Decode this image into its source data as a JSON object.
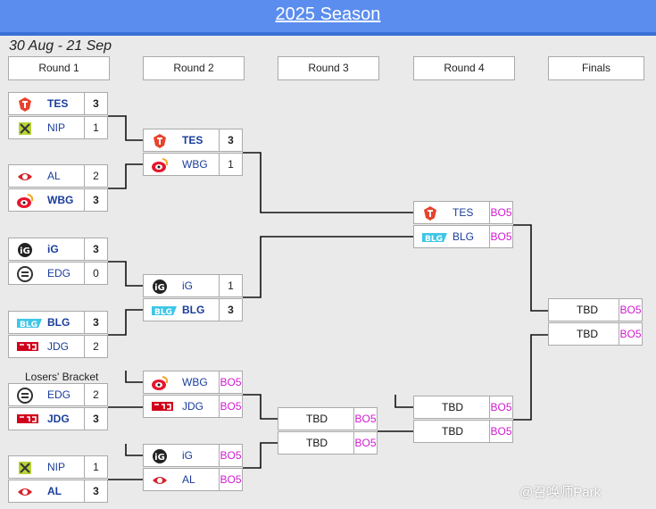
{
  "header": {
    "title": "2025 Season"
  },
  "date_range": "30 Aug - 21 Sep",
  "rounds": [
    "Round 1",
    "Round 2",
    "Round 3",
    "Round 4",
    "Finals"
  ],
  "losers_label": "Losers' Bracket",
  "watermark": "@召唤师Park",
  "colors": {
    "header": "#5b8def",
    "team_name": "#1a3d9c",
    "bo5": "#d11ad1"
  },
  "slots": [
    {
      "team": "TES",
      "score": "3",
      "logo": "tes-logo",
      "winner": true
    },
    {
      "team": "NIP",
      "score": "1",
      "logo": "nip-logo",
      "winner": false
    },
    {
      "team": "AL",
      "score": "2",
      "logo": "al-logo",
      "winner": false
    },
    {
      "team": "WBG",
      "score": "3",
      "logo": "wbg-logo",
      "winner": true
    },
    {
      "team": "iG",
      "score": "3",
      "logo": "ig-logo",
      "winner": true
    },
    {
      "team": "EDG",
      "score": "0",
      "logo": "edg-logo",
      "winner": false
    },
    {
      "team": "BLG",
      "score": "3",
      "logo": "blg-logo",
      "winner": true
    },
    {
      "team": "JDG",
      "score": "2",
      "logo": "jdg-logo",
      "winner": false
    },
    {
      "team": "EDG",
      "score": "2",
      "logo": "edg-logo",
      "winner": false
    },
    {
      "team": "JDG",
      "score": "3",
      "logo": "jdg-logo",
      "winner": true
    },
    {
      "team": "NIP",
      "score": "1",
      "logo": "nip-logo",
      "winner": false
    },
    {
      "team": "AL",
      "score": "3",
      "logo": "al-logo",
      "winner": true
    },
    {
      "team": "TES",
      "score": "3",
      "logo": "tes-logo",
      "winner": true
    },
    {
      "team": "WBG",
      "score": "1",
      "logo": "wbg-logo",
      "winner": false
    },
    {
      "team": "iG",
      "score": "1",
      "logo": "ig-logo",
      "winner": false
    },
    {
      "team": "BLG",
      "score": "3",
      "logo": "blg-logo",
      "winner": true
    },
    {
      "team": "WBG",
      "score": "BO5",
      "logo": "wbg-logo",
      "winner": false
    },
    {
      "team": "JDG",
      "score": "BO5",
      "logo": "jdg-logo",
      "winner": false
    },
    {
      "team": "iG",
      "score": "BO5",
      "logo": "ig-logo",
      "winner": false
    },
    {
      "team": "AL",
      "score": "BO5",
      "logo": "al-logo",
      "winner": false
    },
    {
      "team": "TBD",
      "score": "BO5",
      "logo": "",
      "winner": false
    },
    {
      "team": "TBD",
      "score": "BO5",
      "logo": "",
      "winner": false
    },
    {
      "team": "TES",
      "score": "BO5",
      "logo": "tes-logo",
      "winner": false
    },
    {
      "team": "BLG",
      "score": "BO5",
      "logo": "blg-logo",
      "winner": false
    },
    {
      "team": "TBD",
      "score": "BO5",
      "logo": "",
      "winner": false
    },
    {
      "team": "TBD",
      "score": "BO5",
      "logo": "",
      "winner": false
    },
    {
      "team": "TBD",
      "score": "BO5",
      "logo": "",
      "winner": false
    },
    {
      "team": "TBD",
      "score": "BO5",
      "logo": "",
      "winner": false
    }
  ]
}
